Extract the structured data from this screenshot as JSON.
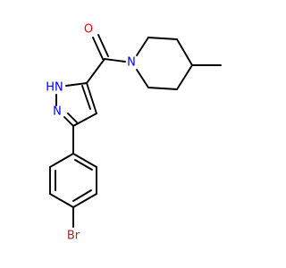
{
  "molecule": {
    "atom_labels": {
      "oxygen": "O",
      "amide_nitrogen": "N",
      "pyrazole_nh": "HN",
      "pyrazole_n": "N",
      "bromine": "Br"
    },
    "colors": {
      "bond": "#000000",
      "oxygen": "#ff0000",
      "nitrogen": "#0000ff",
      "bromine": "#a52a2a",
      "background": "#ffffff"
    }
  }
}
